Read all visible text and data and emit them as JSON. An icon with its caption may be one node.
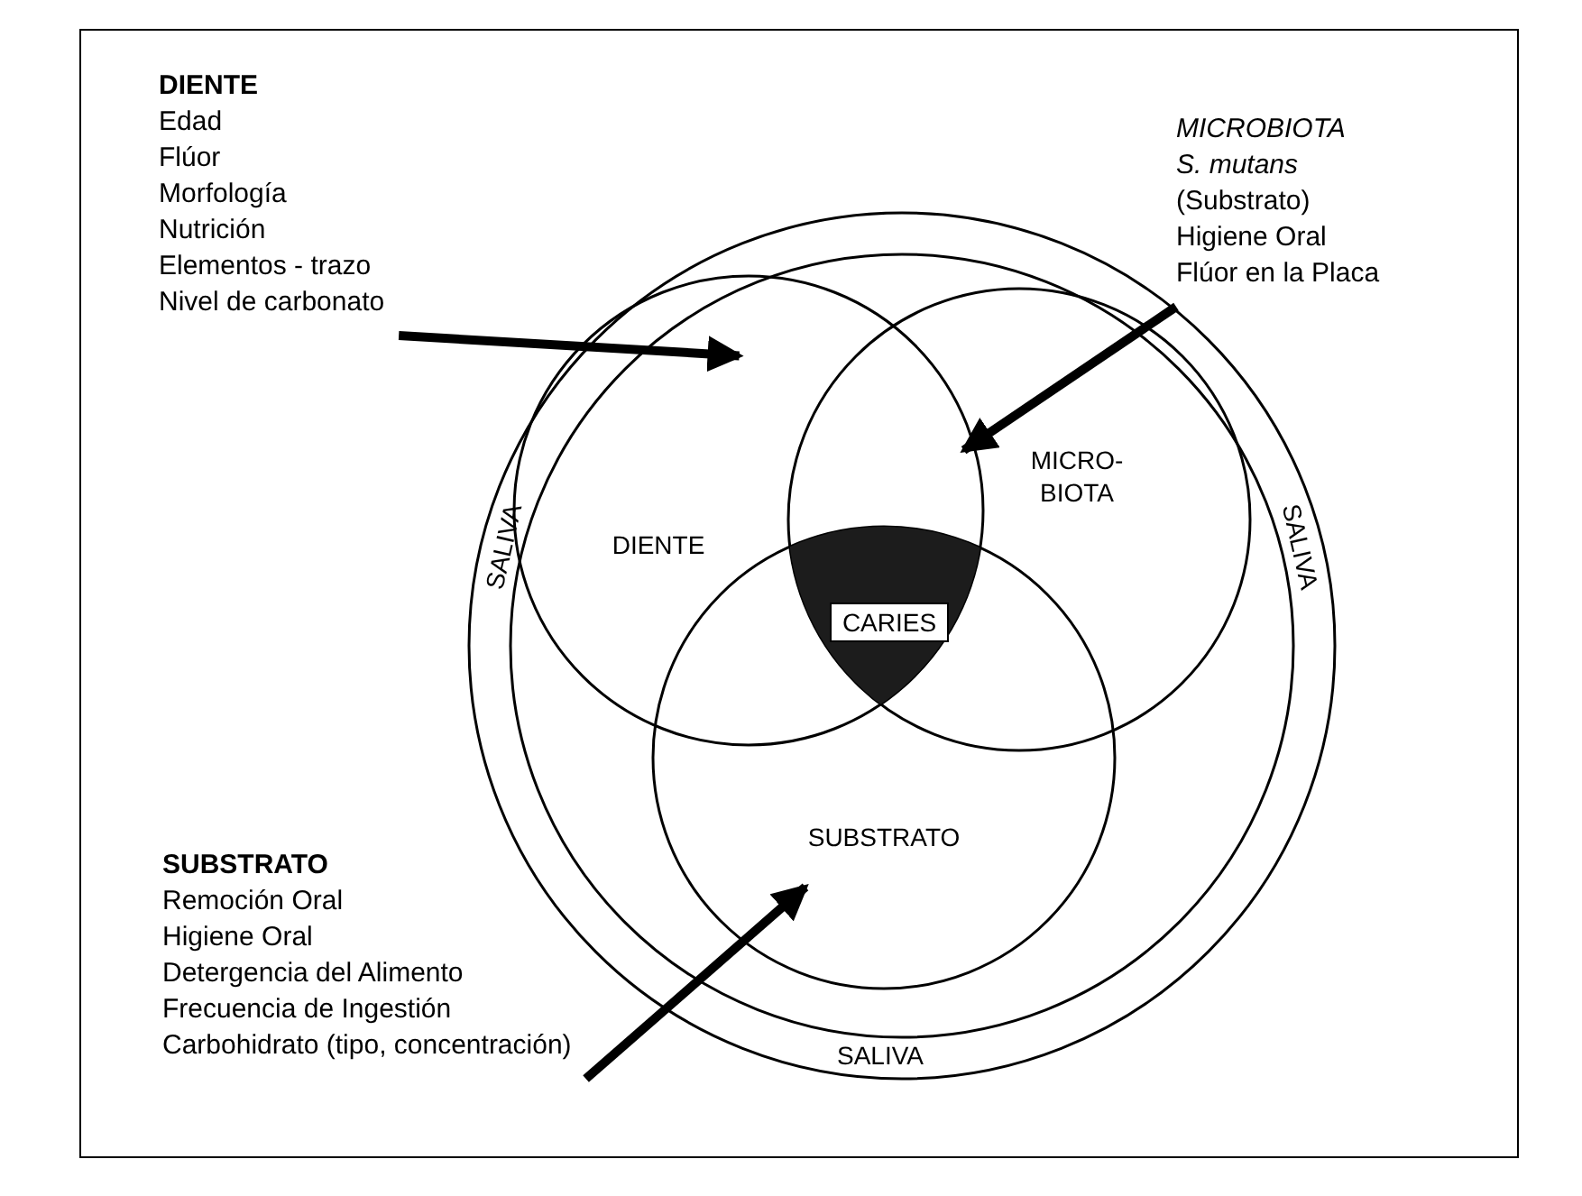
{
  "diagram": {
    "nodes": [
      {
        "text": [
          "DIENTE",
          "Edad",
          "Flúor",
          "Morfología",
          "Nutrición",
          "Elementos - trazo",
          "Nivel de carbonato"
        ]
      },
      {
        "text": [
          "MICROBIOTA",
          "S. mutans",
          "(Substrato)",
          "Higiene Oral",
          "Flúor en la Placa"
        ]
      },
      {
        "text": [
          "SUBSTRATO",
          "Remoción Oral",
          "Higiene Oral",
          "Detergencia del Alimento",
          "Frecuencia de Ingestión",
          "Carbohidrato (tipo, concentración)"
        ]
      },
      {
        "text": [
          "SALIVA",
          "SALIVA",
          "SALIVA"
        ]
      },
      {
        "text": [
          "DIENTE"
        ],
        "in": 3
      },
      {
        "text": [
          "MICRO- BIOTA"
        ],
        "in": 3
      },
      {
        "text": [
          "SUBSTRATO"
        ],
        "in": 3
      },
      {
        "text": [
          "CARIES"
        ]
      }
    ],
    "edges": [
      {
        "from": 0,
        "to": 4,
        "arrow": "to"
      },
      {
        "from": 1,
        "to": 5,
        "arrow": "to"
      },
      {
        "from": 2,
        "to": 6,
        "arrow": "to"
      }
    ]
  }
}
